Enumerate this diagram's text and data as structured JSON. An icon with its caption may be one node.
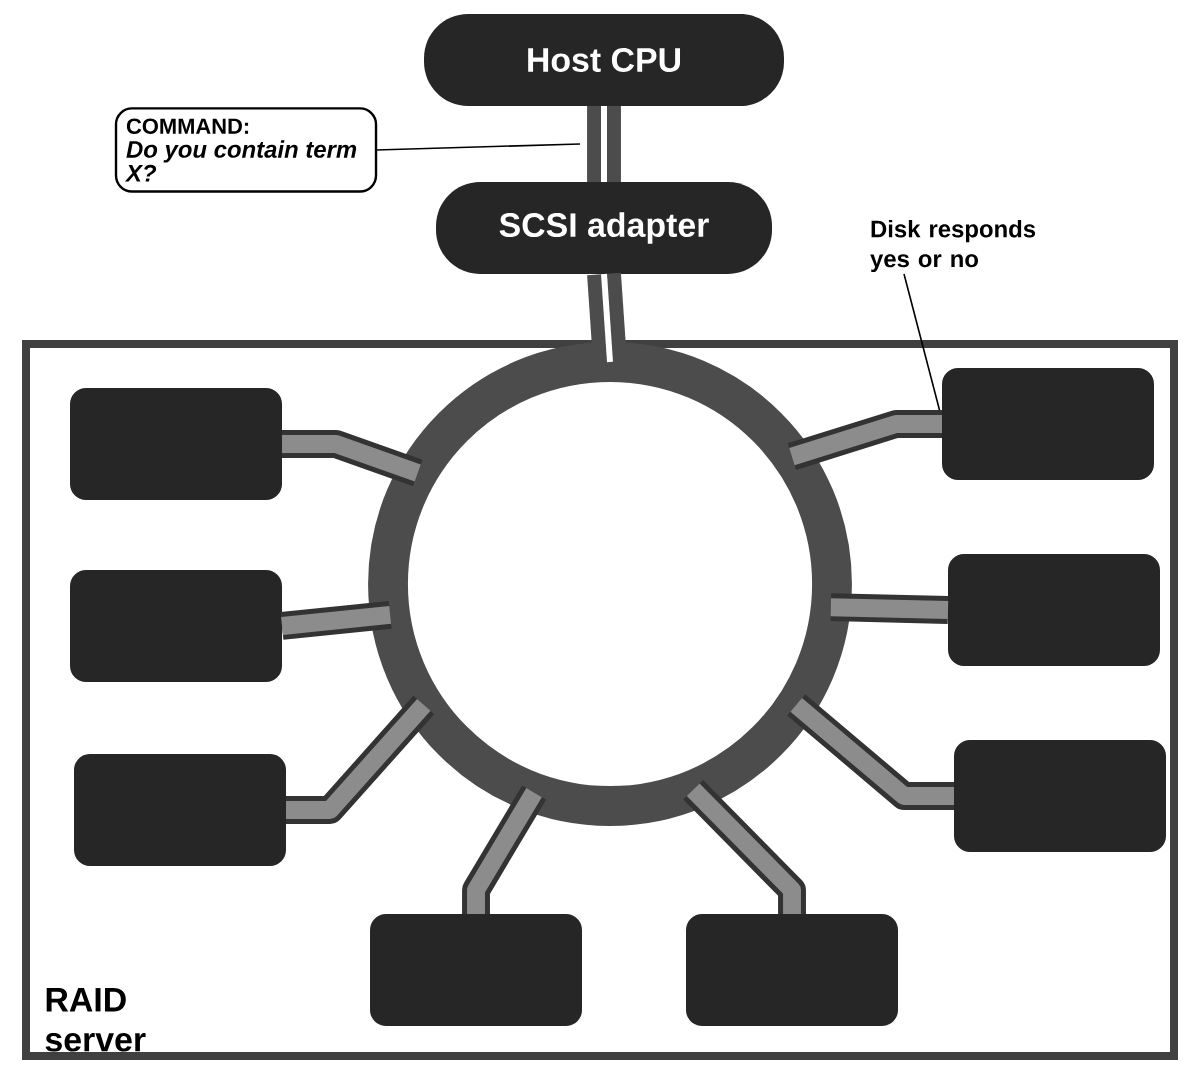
{
  "diagram": {
    "nodes": [
      {
        "text": [
          "Host CPU"
        ]
      },
      {
        "text": [
          "SCSI adapter"
        ]
      },
      {
        "text": [
          "COMMAND:",
          "Do you contain term X?"
        ]
      },
      {
        "text": [
          "Disk responds yes or no"
        ]
      },
      {
        "text": [
          "RAID server"
        ]
      },
      {
        "text": [],
        "shape": "circle",
        "in": 4
      },
      {
        "text": [],
        "shape": "box",
        "in": 4
      },
      {
        "text": [],
        "shape": "box",
        "in": 4
      },
      {
        "text": [],
        "shape": "box",
        "in": 4
      },
      {
        "text": [],
        "shape": "box",
        "in": 4
      },
      {
        "text": [],
        "shape": "box",
        "in": 4
      },
      {
        "text": [],
        "shape": "box",
        "in": 4
      },
      {
        "text": [],
        "shape": "box",
        "in": 4
      },
      {
        "text": [],
        "shape": "box",
        "in": 4
      }
    ],
    "edges": [
      {
        "from": 0,
        "to": 1,
        "arrow": "none"
      },
      {
        "from": 1,
        "to": 5,
        "arrow": "none"
      },
      {
        "from": 2,
        "to": null,
        "arrow": "none"
      },
      {
        "from": 3,
        "to": 11,
        "arrow": "none"
      },
      {
        "from": 5,
        "to": 6,
        "arrow": "none"
      },
      {
        "from": 5,
        "to": 7,
        "arrow": "none"
      },
      {
        "from": 5,
        "to": 8,
        "arrow": "none"
      },
      {
        "from": 5,
        "to": 9,
        "arrow": "none"
      },
      {
        "from": 5,
        "to": 10,
        "arrow": "none"
      },
      {
        "from": 5,
        "to": 11,
        "arrow": "none"
      },
      {
        "from": 5,
        "to": 12,
        "arrow": "none"
      },
      {
        "from": 5,
        "to": 13,
        "arrow": "none"
      }
    ]
  }
}
